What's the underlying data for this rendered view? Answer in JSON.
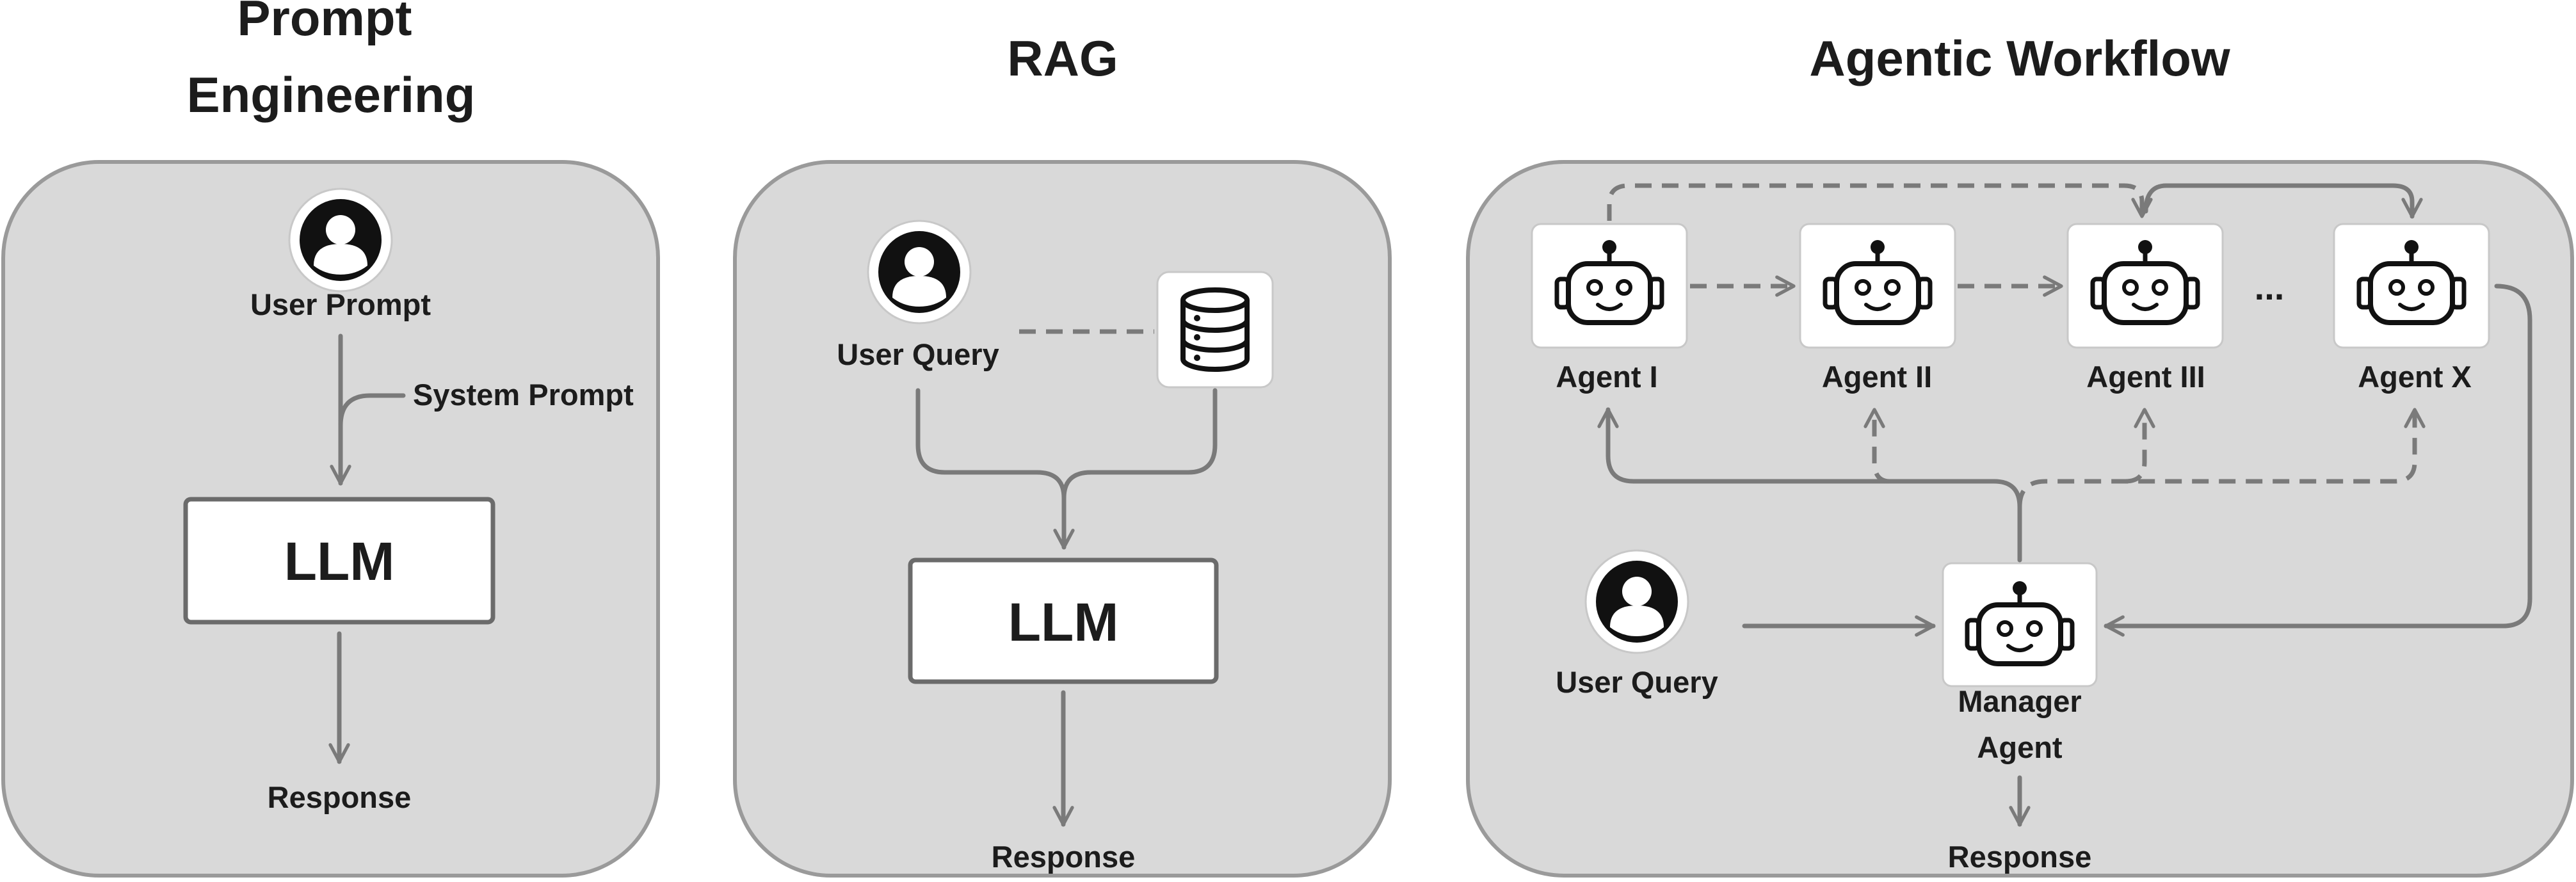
{
  "sections": {
    "prompt_engineering": {
      "title_line1": "Prompt",
      "title_line2": "Engineering",
      "user_label": "User Prompt",
      "system_label": "System Prompt",
      "llm_label": "LLM",
      "response_label": "Response"
    },
    "rag": {
      "title": "RAG",
      "user_label": "User Query",
      "llm_label": "LLM",
      "response_label": "Response"
    },
    "agentic": {
      "title": "Agentic Workflow",
      "agents": [
        "Agent I",
        "Agent II",
        "Agent III",
        "Agent X"
      ],
      "ellipsis": "...",
      "user_label": "User Query",
      "manager_line1": "Manager",
      "manager_line2": "Agent",
      "response_label": "Response"
    }
  },
  "colors": {
    "panel": "#d9d9d9",
    "arrow": "#7a7a7a",
    "text": "#1c1c1c",
    "icon": "#111111"
  }
}
